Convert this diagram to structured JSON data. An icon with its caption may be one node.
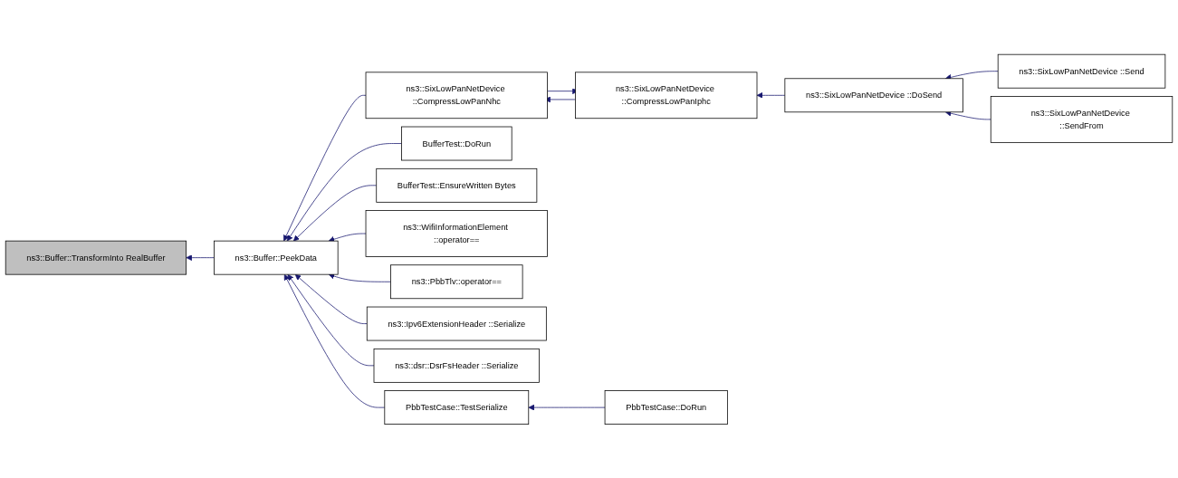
{
  "diagram": {
    "nodes": [
      {
        "text": [
          "ns3::Buffer::TransformInto RealBuffer"
        ]
      },
      {
        "text": [
          "ns3::Buffer::PeekData"
        ]
      },
      {
        "text": [
          "ns3::SixLowPanNetDevice ::CompressLowPanNhc"
        ]
      },
      {
        "text": [
          "BufferTest::DoRun"
        ]
      },
      {
        "text": [
          "BufferTest::EnsureWritten Bytes"
        ]
      },
      {
        "text": [
          "ns3::WifiInformationElement ::operator=="
        ]
      },
      {
        "text": [
          "ns3::PbbTlv::operator=="
        ]
      },
      {
        "text": [
          "ns3::Ipv6ExtensionHeader ::Serialize"
        ]
      },
      {
        "text": [
          "ns3::dsr::DsrFsHeader ::Serialize"
        ]
      },
      {
        "text": [
          "PbbTestCase::TestSerialize"
        ]
      },
      {
        "text": [
          "ns3::SixLowPanNetDevice ::CompressLowPanIphc"
        ]
      },
      {
        "text": [
          "ns3::SixLowPanNetDevice ::DoSend"
        ]
      },
      {
        "text": [
          "ns3::SixLowPanNetDevice ::Send"
        ]
      },
      {
        "text": [
          "ns3::SixLowPanNetDevice ::SendFrom"
        ]
      },
      {
        "text": [
          "PbbTestCase::DoRun"
        ]
      }
    ],
    "edges": [
      {
        "from": 1,
        "to": 0,
        "arrow": "to"
      },
      {
        "from": 2,
        "to": 1,
        "arrow": "to"
      },
      {
        "from": 3,
        "to": 1,
        "arrow": "to"
      },
      {
        "from": 4,
        "to": 1,
        "arrow": "to"
      },
      {
        "from": 5,
        "to": 1,
        "arrow": "to"
      },
      {
        "from": 6,
        "to": 1,
        "arrow": "to"
      },
      {
        "from": 7,
        "to": 1,
        "arrow": "to"
      },
      {
        "from": 8,
        "to": 1,
        "arrow": "to"
      },
      {
        "from": 9,
        "to": 1,
        "arrow": "to"
      },
      {
        "from": 10,
        "to": 2,
        "arrow": "to"
      },
      {
        "from": 2,
        "to": 10,
        "arrow": "to"
      },
      {
        "from": 11,
        "to": 10,
        "arrow": "to"
      },
      {
        "from": 12,
        "to": 11,
        "arrow": "to"
      },
      {
        "from": 13,
        "to": 11,
        "arrow": "to"
      },
      {
        "from": 14,
        "to": 9,
        "arrow": "to"
      }
    ]
  }
}
